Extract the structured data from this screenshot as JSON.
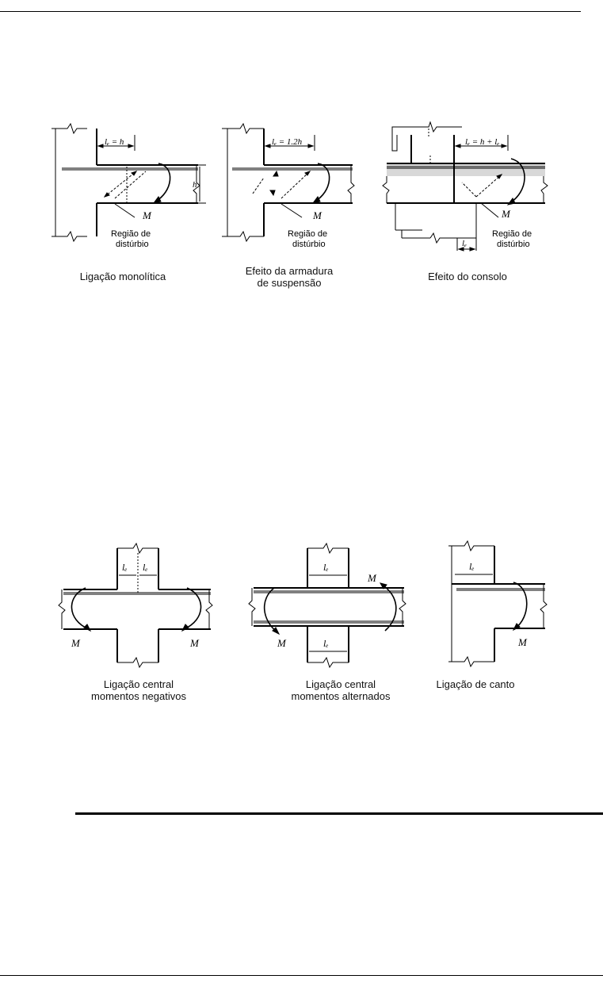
{
  "figure_top": {
    "panels": [
      {
        "dim": "lₑ = h",
        "h": "h",
        "moment": "M",
        "region": [
          "Região de",
          "distúrbio"
        ],
        "caption": [
          "Ligação monolítica"
        ]
      },
      {
        "dim": "lₑ = 1.2h",
        "moment": "M",
        "region": [
          "Região de",
          "distúrbio"
        ],
        "caption": [
          "Efeito da armadura",
          "de suspensão"
        ]
      },
      {
        "dim": "lₑ = h + lₑ",
        "lc": "lₑ",
        "moment": "M",
        "region": [
          "Região de",
          "distúrbio"
        ],
        "caption": [
          "Efeito do consolo"
        ]
      }
    ]
  },
  "figure_bottom": {
    "panels": [
      {
        "le": "lₑ",
        "moments": [
          "M",
          "M"
        ],
        "caption": [
          "Ligação central",
          "momentos negativos"
        ]
      },
      {
        "le": "lₑ",
        "moments": [
          "M",
          "M"
        ],
        "caption": [
          "Ligação central",
          "momentos alternados"
        ]
      },
      {
        "le": "lₑ",
        "moments": [
          "M"
        ],
        "caption": [
          "Ligação de canto"
        ]
      }
    ]
  }
}
